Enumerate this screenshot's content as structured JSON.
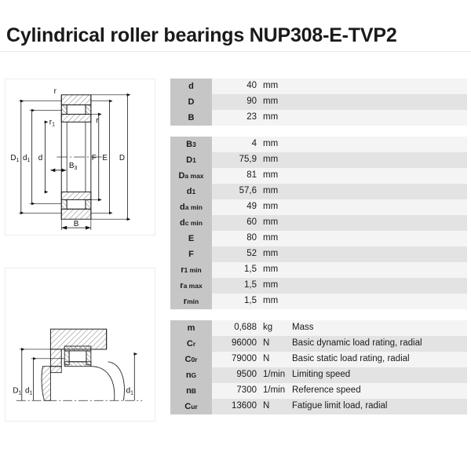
{
  "title": "Cylindrical roller bearings NUP308-E-TVP2",
  "drawings": {
    "section": {
      "name": "bearing-cross-section-drawing",
      "labels": [
        "r",
        "r",
        "r1",
        "D1",
        "d1",
        "d",
        "B3",
        "F",
        "E",
        "D",
        "B"
      ]
    },
    "mounting": {
      "name": "bearing-mounting-drawing",
      "labels": [
        "D1",
        "d1",
        "d1"
      ]
    }
  },
  "spec_groups": [
    {
      "name": "main-dimensions",
      "rows": [
        {
          "symbol": "d",
          "sub": "",
          "value": "40",
          "unit": "mm",
          "desc": ""
        },
        {
          "symbol": "D",
          "sub": "",
          "value": "90",
          "unit": "mm",
          "desc": ""
        },
        {
          "symbol": "B",
          "sub": "",
          "value": "23",
          "unit": "mm",
          "desc": ""
        }
      ]
    },
    {
      "name": "secondary-dimensions",
      "rows": [
        {
          "symbol": "B",
          "sub": "3",
          "value": "4",
          "unit": "mm",
          "desc": ""
        },
        {
          "symbol": "D",
          "sub": "1",
          "value": "75,9",
          "unit": "mm",
          "desc": ""
        },
        {
          "symbol": "D",
          "sub": "a max",
          "value": "81",
          "unit": "mm",
          "desc": ""
        },
        {
          "symbol": "d",
          "sub": "1",
          "value": "57,6",
          "unit": "mm",
          "desc": ""
        },
        {
          "symbol": "d",
          "sub": "a min",
          "value": "49",
          "unit": "mm",
          "desc": ""
        },
        {
          "symbol": "d",
          "sub": "c min",
          "value": "60",
          "unit": "mm",
          "desc": ""
        },
        {
          "symbol": "E",
          "sub": "",
          "value": "80",
          "unit": "mm",
          "desc": ""
        },
        {
          "symbol": "F",
          "sub": "",
          "value": "52",
          "unit": "mm",
          "desc": ""
        },
        {
          "symbol": "r",
          "sub": "1 min",
          "value": "1,5",
          "unit": "mm",
          "desc": ""
        },
        {
          "symbol": "r",
          "sub": "a max",
          "value": "1,5",
          "unit": "mm",
          "desc": ""
        },
        {
          "symbol": "r",
          "sub": "min",
          "value": "1,5",
          "unit": "mm",
          "desc": ""
        }
      ]
    },
    {
      "name": "performance-data",
      "rows": [
        {
          "symbol": "m",
          "sub": "",
          "value": "0,688",
          "unit": "kg",
          "desc": "Mass"
        },
        {
          "symbol": "C",
          "sub": "r",
          "value": "96000",
          "unit": "N",
          "desc": "Basic dynamic load rating, radial"
        },
        {
          "symbol": "C",
          "sub": "0r",
          "value": "79000",
          "unit": "N",
          "desc": "Basic static load rating, radial"
        },
        {
          "symbol": "n",
          "sub": "G",
          "value": "9500",
          "unit": "1/min",
          "desc": "Limiting speed"
        },
        {
          "symbol": "n",
          "sub": "B",
          "value": "7300",
          "unit": "1/min",
          "desc": "Reference speed"
        },
        {
          "symbol": "C",
          "sub": "ur",
          "value": "13600",
          "unit": "N",
          "desc": "Fatigue limit load, radial"
        }
      ]
    }
  ],
  "colors": {
    "symbol_cell": "#c6c6c6",
    "row_light": "#f4f4f4",
    "row_dark": "#e3e3e3",
    "text": "#1a1a1a"
  }
}
